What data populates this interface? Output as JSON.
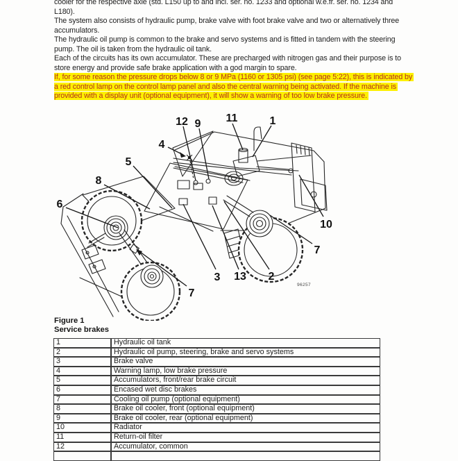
{
  "document": {
    "body_lines": [
      "cooler for the respective axle (std. L150 up to and incl. ser. no. 1233 and optional w.e.fr. ser. no. 1234 and",
      "L180).",
      "The system also consists of hydraulic pump, brake valve with foot brake valve and two or alternatively three",
      "accumulators.",
      "The hydraulic oil pump is common to the brake and servo systems and is fitted in tandem with the steering",
      "pump. The oil is taken from the hydraulic oil tank.",
      "Each of the circuits has its own accumulator. These are precharged with nitrogen gas and their purpose is to",
      "store energy and provide safe brake application with a god margin to spare."
    ],
    "warning_lines": [
      "If, for some reason the pressure drops below 8 or 9 MPa (1160 or 1305 psi) (see page 5:22), this is indicated by",
      "a red control lamp on the control lamp panel and also the central warning being activated. If the machine is",
      "provided with a display unit (optional equipment), it will show a warning of too low brake pressure."
    ]
  },
  "figure": {
    "caption": "Figure 1",
    "title": "Service brakes",
    "drawing_number": "96257",
    "callouts": [
      "12",
      "9",
      "11",
      "1",
      "4",
      "5",
      "8",
      "6",
      "10",
      "7",
      "3",
      "13",
      "2",
      "7"
    ]
  },
  "parts_table": {
    "rows": [
      {
        "ref": "1",
        "description": "Hydraulic oil tank"
      },
      {
        "ref": "2",
        "description": "Hydraulic oil pump, steering, brake and servo systems"
      },
      {
        "ref": "3",
        "description": "Brake valve"
      },
      {
        "ref": "4",
        "description": "Warning lamp, low brake pressure"
      },
      {
        "ref": "5",
        "description": "Accumulators, front/rear brake circuit"
      },
      {
        "ref": "6",
        "description": "Encased wet disc brakes"
      },
      {
        "ref": "7",
        "description": "Cooling oil pump (optional equipment)"
      },
      {
        "ref": "8",
        "description": "Brake oil cooler, front (optional equipment)"
      },
      {
        "ref": "9",
        "description": "Brake oil cooler, rear (optional equipment)"
      },
      {
        "ref": "10",
        "description": "Radiator"
      },
      {
        "ref": "11",
        "description": "Return-oil filter"
      },
      {
        "ref": "12",
        "description": "Accumulator, common"
      }
    ]
  },
  "colors": {
    "highlight": "#fdf000",
    "warning_text": "#b5311c",
    "ink": "#1d1d1d"
  }
}
